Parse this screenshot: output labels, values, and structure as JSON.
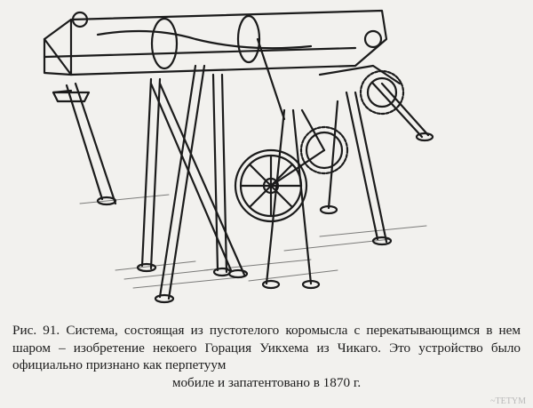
{
  "figure": {
    "alt": "Гравюра: механизм с пустотелым коромыслом на наклонных опорах, колёсами и шестернями"
  },
  "caption": {
    "prefix": "Рис. 91.",
    "body": "Система, состоящая из пустотелого коромысла с перекатывающимся в нем шаром – изобретение некоего Горация Уикхема из Чикаго. Это устройство было официально признано как перпетуум",
    "last_line": "мобиле и запатентовано в 1870 г."
  },
  "stray_mark": "~TETYM"
}
